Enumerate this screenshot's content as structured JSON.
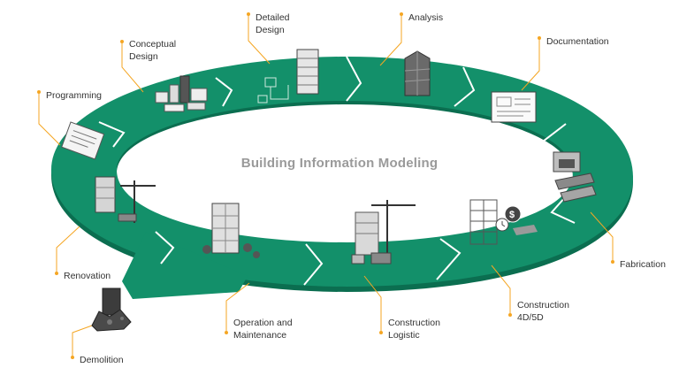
{
  "title": "Building Information Modeling",
  "colors": {
    "ring": "#13906a",
    "ring_light": "#1aa37a",
    "ring_shadow": "#0b6e50",
    "leader": "#f5a623",
    "text": "#333333",
    "title": "#9a9a9a"
  },
  "stages": [
    {
      "id": "programming",
      "lines": [
        "Programming"
      ],
      "icon": "clipboard-icon"
    },
    {
      "id": "conceptual-design",
      "lines": [
        "Conceptual",
        "Design"
      ],
      "icon": "building-blocks-icon"
    },
    {
      "id": "detailed-design",
      "lines": [
        "Detailed",
        "Design"
      ],
      "icon": "blueprint-icon"
    },
    {
      "id": "analysis",
      "lines": [
        "Analysis"
      ],
      "icon": "tower-model-icon"
    },
    {
      "id": "documentation",
      "lines": [
        "Documentation"
      ],
      "icon": "drawing-sheet-icon"
    },
    {
      "id": "fabrication",
      "lines": [
        "Fabrication"
      ],
      "icon": "fabrication-machine-icon"
    },
    {
      "id": "construction-4d5d",
      "lines": [
        "Construction",
        "4D/5D"
      ],
      "icon": "scaffold-cost-time-icon"
    },
    {
      "id": "construction-logistic",
      "lines": [
        "Construction",
        "Logistic"
      ],
      "icon": "crane-site-icon"
    },
    {
      "id": "operation-maintenance",
      "lines": [
        "Operation and",
        "Maintenance"
      ],
      "icon": "finished-building-icon"
    },
    {
      "id": "renovation",
      "lines": [
        "Renovation"
      ],
      "icon": "crane-renovation-icon"
    },
    {
      "id": "demolition",
      "lines": [
        "Demolition"
      ],
      "icon": "rubble-icon"
    }
  ]
}
